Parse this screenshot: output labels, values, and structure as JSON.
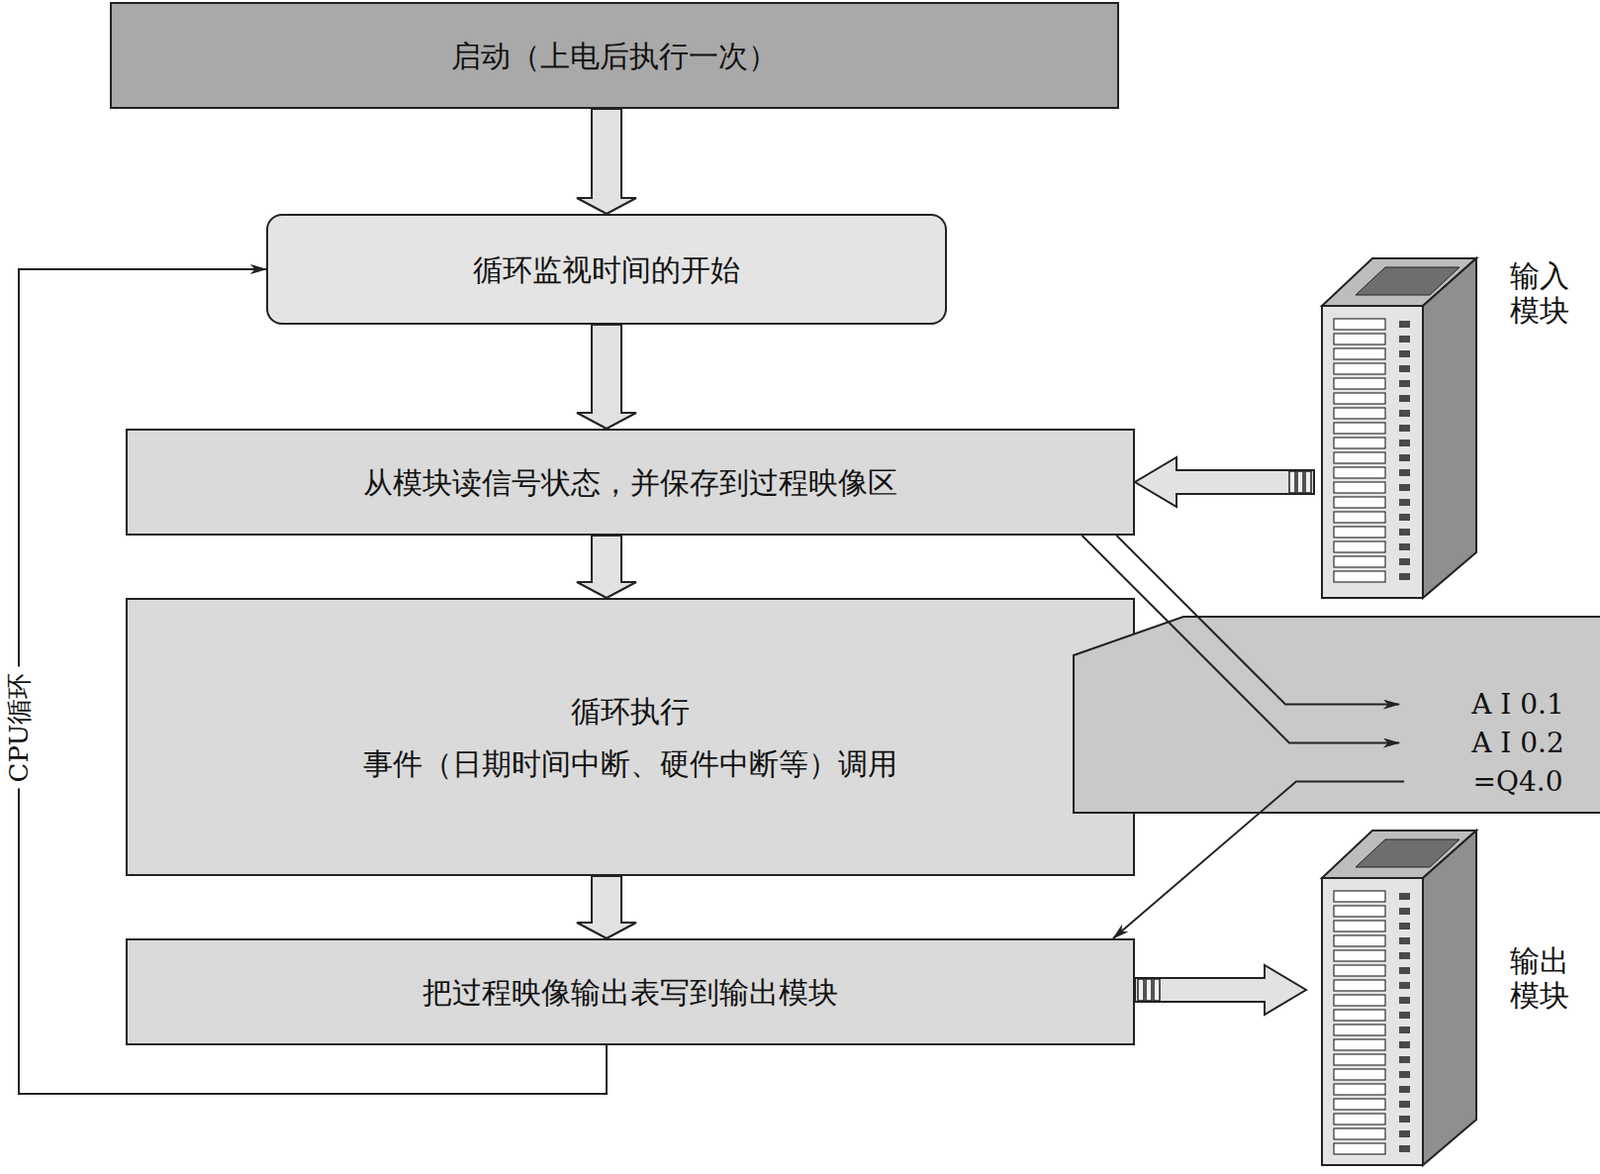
{
  "diagram": {
    "nodes": [
      {
        "text": [
          "启动（上电后执行一次）"
        ]
      },
      {
        "text": [
          "循环监视时间的开始"
        ]
      },
      {
        "text": [
          "从模块读信号状态，并保存到过程映像区"
        ]
      },
      {
        "text": [
          "循环执行",
          "事件（日期时间中断、硬件中断等）调用"
        ]
      },
      {
        "text": [
          "把过程映像输出表写到输出模块"
        ]
      },
      {
        "text": [
          "输入模块"
        ]
      },
      {
        "text": [
          "输出模块"
        ]
      },
      {
        "text": [
          "A I 0.1",
          "A I 0.2",
          "=Q4.0"
        ]
      }
    ],
    "edges": [
      {
        "from": 0,
        "to": 1,
        "arrow": "to"
      },
      {
        "from": 1,
        "to": 2,
        "arrow": "to"
      },
      {
        "from": 2,
        "to": 3,
        "arrow": "to"
      },
      {
        "from": 3,
        "to": 4,
        "arrow": "to"
      },
      {
        "from": 4,
        "to": 1,
        "label": "CPU循环",
        "arrow": "to"
      },
      {
        "from": 5,
        "to": 2,
        "arrow": "to"
      },
      {
        "from": 4,
        "to": 6,
        "arrow": "to"
      },
      {
        "from": 2,
        "to": 7,
        "arrow": "to"
      },
      {
        "from": 2,
        "to": 7,
        "arrow": "to"
      },
      {
        "from": 7,
        "to": 4,
        "arrow": "to"
      }
    ]
  }
}
